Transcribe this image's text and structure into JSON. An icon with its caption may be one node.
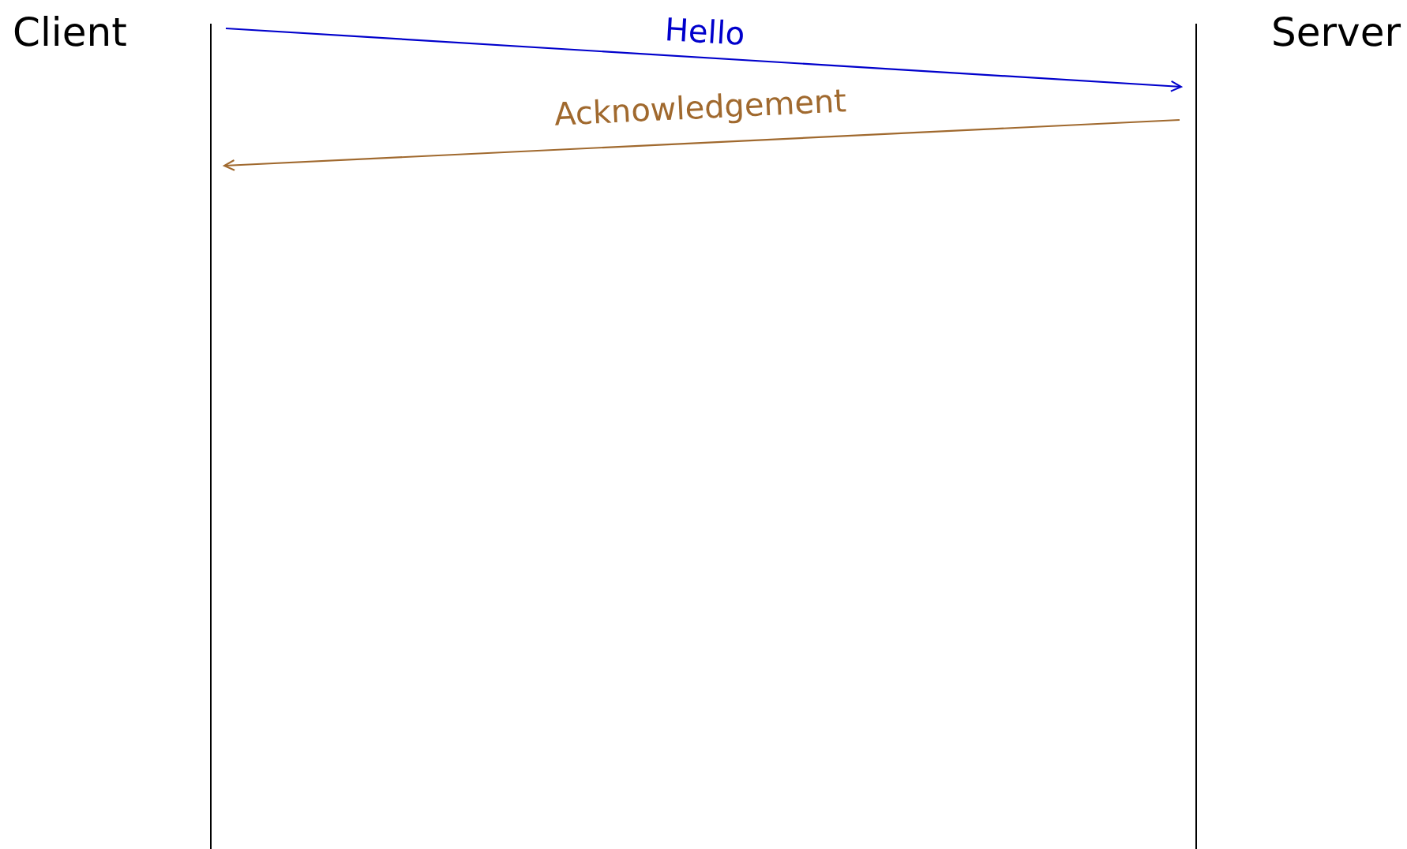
{
  "diagram": {
    "nodes": [
      {
        "text": [],
        "shape": "bar",
        "beside": [
          "Client"
        ]
      },
      {
        "text": [],
        "shape": "bar",
        "beside": [
          "Server"
        ]
      }
    ],
    "edges": [
      {
        "from": 0,
        "to": 1,
        "arrow": "to",
        "label": "Hello",
        "color": "#0000cc"
      },
      {
        "from": 1,
        "to": 0,
        "arrow": "to",
        "label": "Acknowledgement",
        "color": "#a0692e"
      }
    ]
  }
}
